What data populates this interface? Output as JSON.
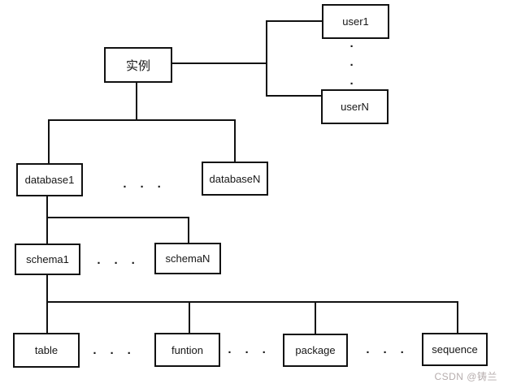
{
  "diagram": {
    "nodes": {
      "instance": {
        "label": "实例"
      },
      "user1": {
        "label": "user1"
      },
      "userN": {
        "label": "userN"
      },
      "database1": {
        "label": "database1"
      },
      "databaseN": {
        "label": "databaseN"
      },
      "schema1": {
        "label": "schema1"
      },
      "schemaN": {
        "label": "schemaN"
      },
      "table": {
        "label": "table"
      },
      "funtion": {
        "label": "funtion"
      },
      "package": {
        "label": "package"
      },
      "sequence": {
        "label": "sequence"
      }
    },
    "edges": [
      {
        "from": "instance",
        "to": "user1"
      },
      {
        "from": "instance",
        "to": "userN"
      },
      {
        "from": "instance",
        "to": "database1"
      },
      {
        "from": "instance",
        "to": "databaseN"
      },
      {
        "from": "database1",
        "to": "schema1"
      },
      {
        "from": "database1",
        "to": "schemaN"
      },
      {
        "from": "schema1",
        "to": "table"
      },
      {
        "from": "schema1",
        "to": "funtion"
      },
      {
        "from": "schema1",
        "to": "package"
      },
      {
        "from": "schema1",
        "to": "sequence"
      }
    ],
    "ellipsis": {
      "horizontal": "· · ·",
      "vertical": "·\n·\n·"
    }
  },
  "watermark": {
    "text": "CSDN @铸兰"
  },
  "colors": {
    "background": "#ffffff",
    "line": "#111111",
    "text": "#161616",
    "watermark": "#b6adad"
  }
}
